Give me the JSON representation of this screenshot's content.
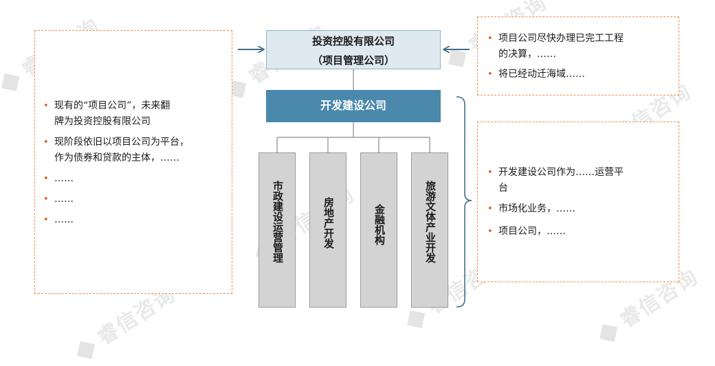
{
  "watermark": "睿信咨询",
  "holding": {
    "line1": "投资控股有限公司",
    "line2": "（项目管理公司）"
  },
  "development_company": "开发建设公司",
  "businesses": [
    "市政建设运营管理",
    "房地产开发",
    "金融机构",
    "旅游文体产业开发"
  ],
  "left_note": [
    "现有的“项目公司”，未来翻",
    "牌为投资控股有限公司",
    "现阶段依旧以项目公司为平台，",
    "作为债券和贷款的主体，……",
    "……",
    "……",
    "……"
  ],
  "right_top_note": [
    "项目公司尽快办理已完工工程",
    "的决算，……",
    "将已经动迁海域……"
  ],
  "right_bottom_note": [
    "开发建设公司作为……运营平",
    "台",
    "市场化业务，……",
    "项目公司，……"
  ],
  "colors": {
    "note_border": "#ef8a45",
    "dev_box": "#4a88ac",
    "holding_box": "#dfe9f0",
    "arrow": "#3f6f86"
  }
}
